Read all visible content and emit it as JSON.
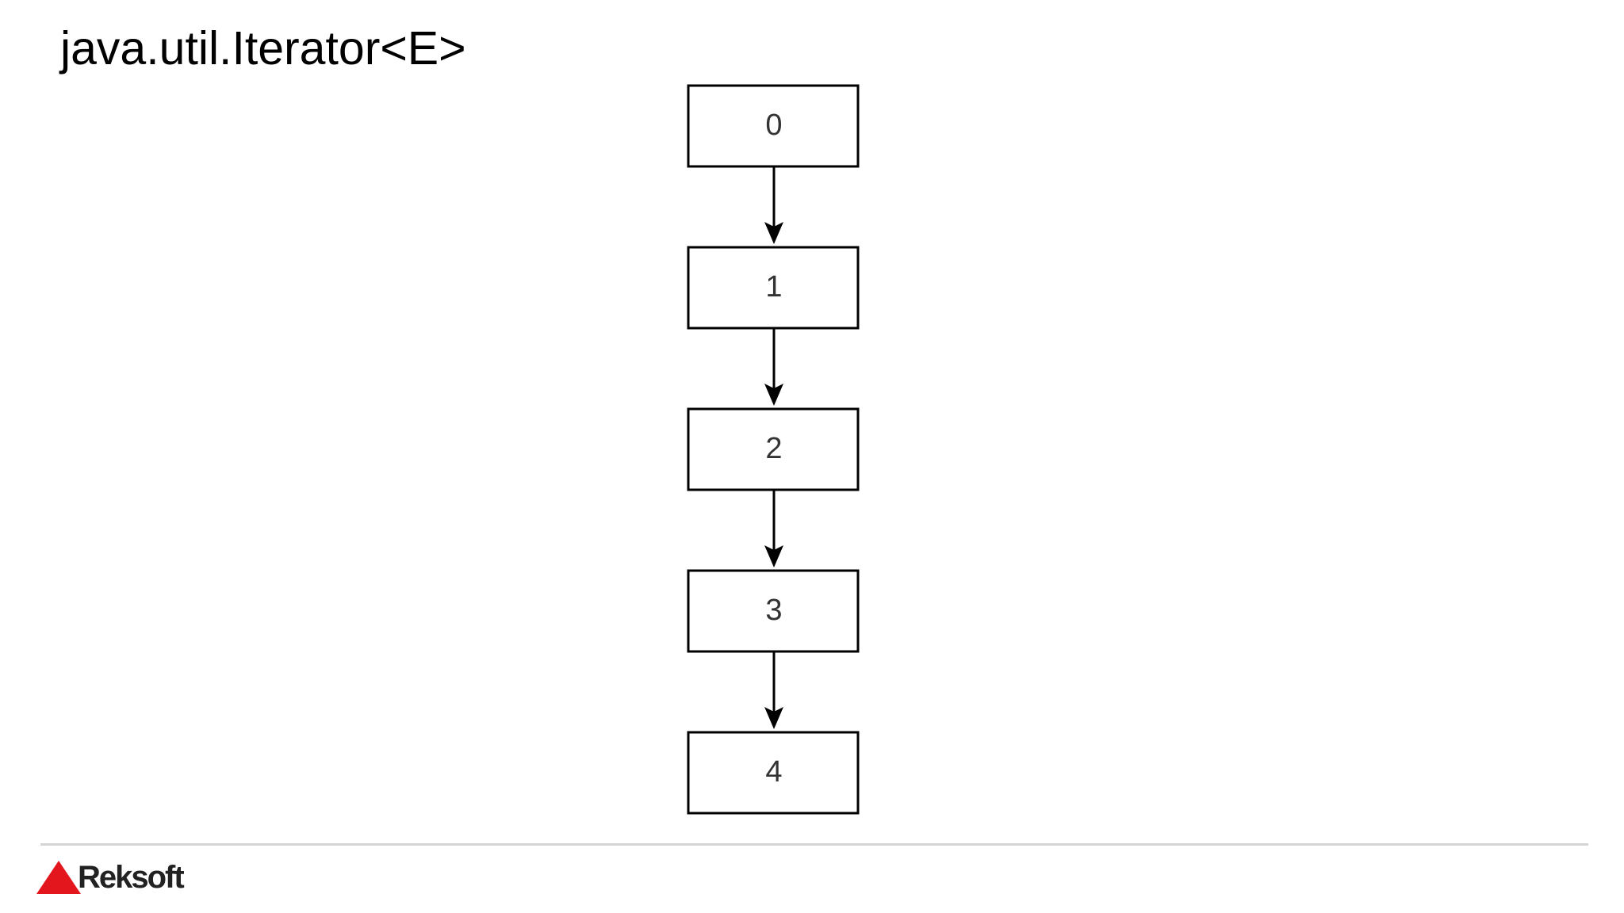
{
  "slide": {
    "title": "java.util.Iterator<E>"
  },
  "diagram": {
    "nodes": [
      {
        "label": "0"
      },
      {
        "label": "1"
      },
      {
        "label": "2"
      },
      {
        "label": "3"
      },
      {
        "label": "4"
      }
    ],
    "edges": [
      {
        "from": "0",
        "to": "1"
      },
      {
        "from": "1",
        "to": "2"
      },
      {
        "from": "2",
        "to": "3"
      },
      {
        "from": "3",
        "to": "4"
      }
    ]
  },
  "footer": {
    "brand_name": "Reksoft",
    "brand_color": "#e3161e"
  }
}
